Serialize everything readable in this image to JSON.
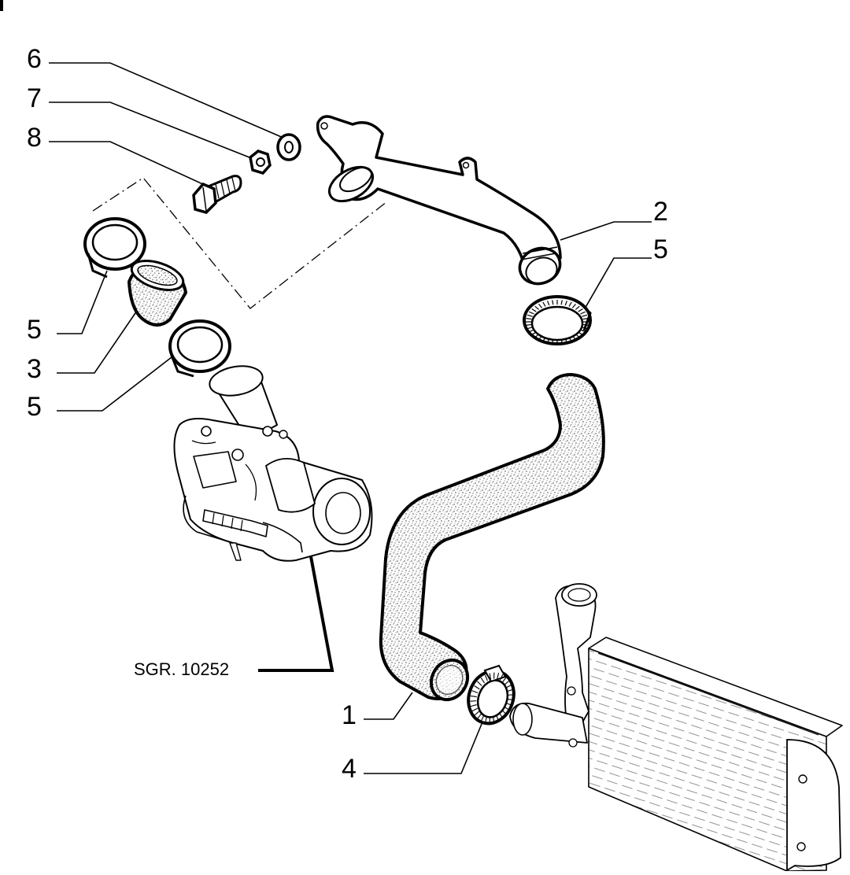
{
  "diagram": {
    "callouts": {
      "c6": "6",
      "c7": "7",
      "c8": "8",
      "c2": "2",
      "c5_right": "5",
      "c5_upper_left": "5",
      "c3": "3",
      "c5_lower_left": "5",
      "c1": "1",
      "c4": "4"
    },
    "reference_label": "SGR. 10252"
  },
  "colors": {
    "ink": "#000000",
    "hose_speckle": "#555555",
    "part_fill": "#ffffff"
  }
}
